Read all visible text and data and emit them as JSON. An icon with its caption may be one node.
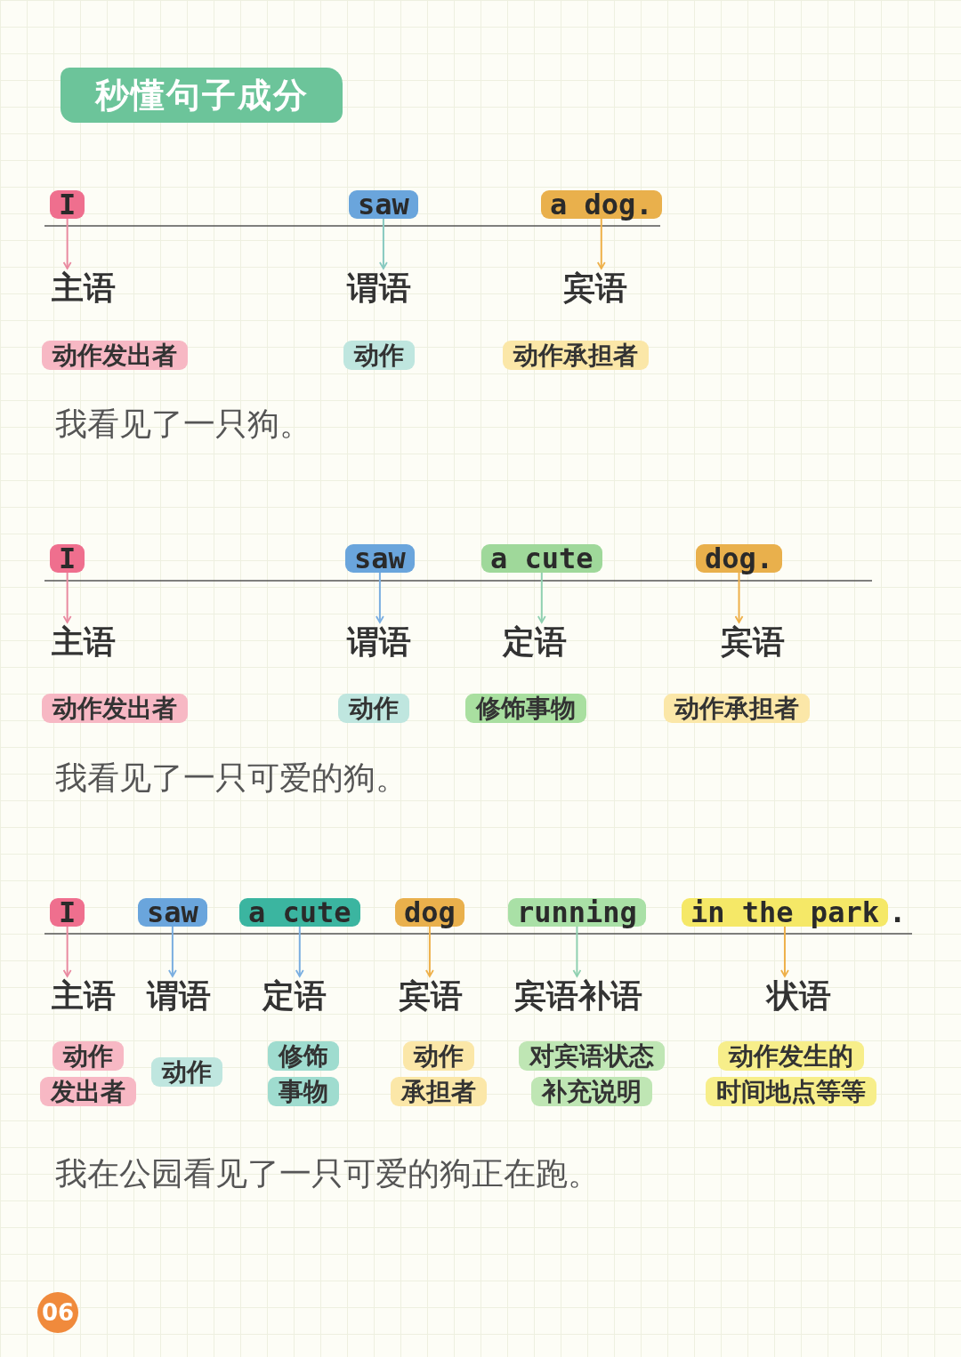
{
  "diagram": {
    "title": "秒懂句子成分",
    "nodes": [
      {
        "text": [
          "I"
        ]
      },
      {
        "text": [
          "saw"
        ]
      },
      {
        "text": [
          "a dog."
        ]
      },
      {
        "text": [
          "主语"
        ]
      },
      {
        "text": [
          "谓语"
        ]
      },
      {
        "text": [
          "宾语"
        ]
      },
      {
        "text": [
          "动作发出者"
        ]
      },
      {
        "text": [
          "动作"
        ]
      },
      {
        "text": [
          "动作承担者"
        ]
      },
      {
        "text": [
          "I"
        ]
      },
      {
        "text": [
          "saw"
        ]
      },
      {
        "text": [
          "a cute"
        ]
      },
      {
        "text": [
          "dog."
        ]
      },
      {
        "text": [
          "主语"
        ]
      },
      {
        "text": [
          "谓语"
        ]
      },
      {
        "text": [
          "定语"
        ]
      },
      {
        "text": [
          "宾语"
        ]
      },
      {
        "text": [
          "动作发出者"
        ]
      },
      {
        "text": [
          "动作"
        ]
      },
      {
        "text": [
          "修饰事物"
        ]
      },
      {
        "text": [
          "动作承担者"
        ]
      },
      {
        "text": [
          "I"
        ]
      },
      {
        "text": [
          "saw"
        ]
      },
      {
        "text": [
          "a cute"
        ]
      },
      {
        "text": [
          "dog"
        ]
      },
      {
        "text": [
          "running"
        ]
      },
      {
        "text": [
          "in the park"
        ],
        "beside": [
          "."
        ]
      },
      {
        "text": [
          "主语"
        ]
      },
      {
        "text": [
          "谓语"
        ]
      },
      {
        "text": [
          "定语"
        ]
      },
      {
        "text": [
          "宾语"
        ]
      },
      {
        "text": [
          "宾语补语"
        ]
      },
      {
        "text": [
          "状语"
        ]
      },
      {
        "text": [
          "动作发出者"
        ]
      },
      {
        "text": [
          "动作"
        ]
      },
      {
        "text": [
          "修饰事物"
        ]
      },
      {
        "text": [
          "动作承担者"
        ]
      },
      {
        "text": [
          "对宾语状态补充说明"
        ]
      },
      {
        "text": [
          "动作发生的时间地点等等"
        ]
      },
      {
        "text": [
          "06"
        ]
      }
    ],
    "edges": [
      {
        "from": 0,
        "to": 3,
        "arrow": "to",
        "color": "#e98aa0"
      },
      {
        "from": 1,
        "to": 4,
        "arrow": "to",
        "color": "#86c9c0"
      },
      {
        "from": 2,
        "to": 5,
        "arrow": "to",
        "color": "#eeb04a"
      },
      {
        "from": 9,
        "to": 13,
        "arrow": "to",
        "color": "#e98aa0"
      },
      {
        "from": 10,
        "to": 14,
        "arrow": "to",
        "color": "#7aaee0"
      },
      {
        "from": 11,
        "to": 15,
        "arrow": "to",
        "color": "#8fd0b0"
      },
      {
        "from": 12,
        "to": 16,
        "arrow": "to",
        "color": "#eeb04a"
      },
      {
        "from": 21,
        "to": 27,
        "arrow": "to",
        "color": "#e98aa0"
      },
      {
        "from": 22,
        "to": 28,
        "arrow": "to",
        "color": "#7aaee0"
      },
      {
        "from": 23,
        "to": 29,
        "arrow": "to",
        "color": "#7aaee0"
      },
      {
        "from": 24,
        "to": 30,
        "arrow": "to",
        "color": "#eeb04a"
      },
      {
        "from": 25,
        "to": 31,
        "arrow": "to",
        "color": "#8fd0b0"
      },
      {
        "from": 26,
        "to": 32,
        "arrow": "to",
        "color": "#eeb04a"
      }
    ],
    "labels": [
      "我看见了一只狗。",
      "我看见了一只可爱的狗。",
      "我在公园看见了一只可爱的狗正在跑。"
    ]
  }
}
